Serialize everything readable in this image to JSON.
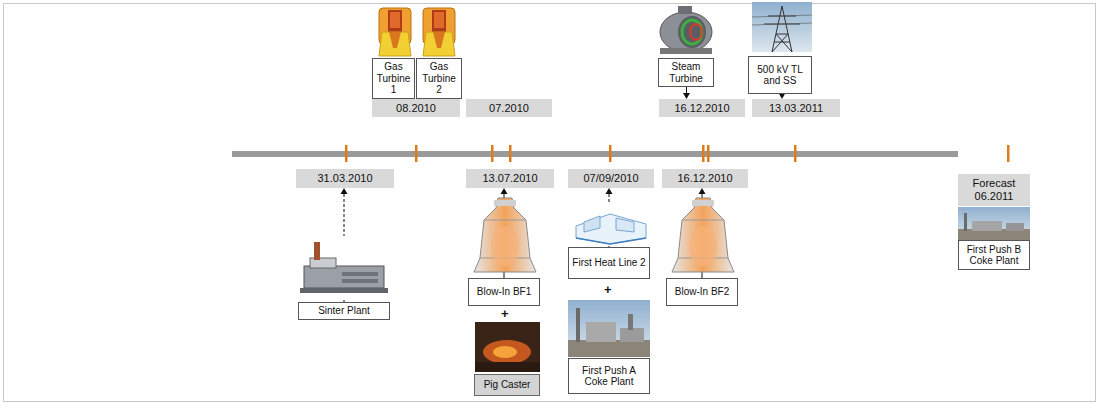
{
  "diagram": {
    "nodes": [
      {
        "text": [
          "Gas Turbine 1"
        ]
      },
      {
        "text": [
          "Gas Turbine 2"
        ]
      },
      {
        "text": [
          "Steam Turbine"
        ]
      },
      {
        "text": [
          "500 kV TL and SS"
        ]
      },
      {
        "text": [
          "08.2010"
        ]
      },
      {
        "text": [
          "07.2010"
        ]
      },
      {
        "text": [
          "16.12.2010"
        ]
      },
      {
        "text": [
          "13.03.2011"
        ]
      },
      {
        "text": [
          "31.03.2010"
        ]
      },
      {
        "text": [
          "13.07.2010"
        ]
      },
      {
        "text": [
          "07/09/2010"
        ]
      },
      {
        "text": [
          "16.12.2010"
        ]
      },
      {
        "text": [
          "Forecast 06.2011"
        ]
      },
      {
        "text": [
          "Sinter Plant"
        ]
      },
      {
        "text": [
          "Blow-In BF1"
        ]
      },
      {
        "text": [
          "Pig Caster"
        ]
      },
      {
        "text": [
          "First Heat Line 2"
        ]
      },
      {
        "text": [
          "First Push A Coke Plant"
        ]
      },
      {
        "text": [
          "Blow-In BF2"
        ]
      },
      {
        "text": [
          "First Push B Coke Plant"
        ]
      }
    ],
    "edges": [
      {
        "from": 0,
        "to": 4,
        "arrow": "to"
      },
      {
        "from": 1,
        "to": 5,
        "arrow": "to"
      },
      {
        "from": 2,
        "to": 6,
        "arrow": "to"
      },
      {
        "from": 3,
        "to": 7,
        "arrow": "to"
      },
      {
        "from": 13,
        "to": 8,
        "arrow": "to"
      },
      {
        "from": 14,
        "to": 9,
        "arrow": "to"
      },
      {
        "from": 16,
        "to": 10,
        "arrow": "to"
      },
      {
        "from": 18,
        "to": 11,
        "arrow": "to"
      }
    ],
    "labels": [
      "+",
      "+"
    ]
  }
}
